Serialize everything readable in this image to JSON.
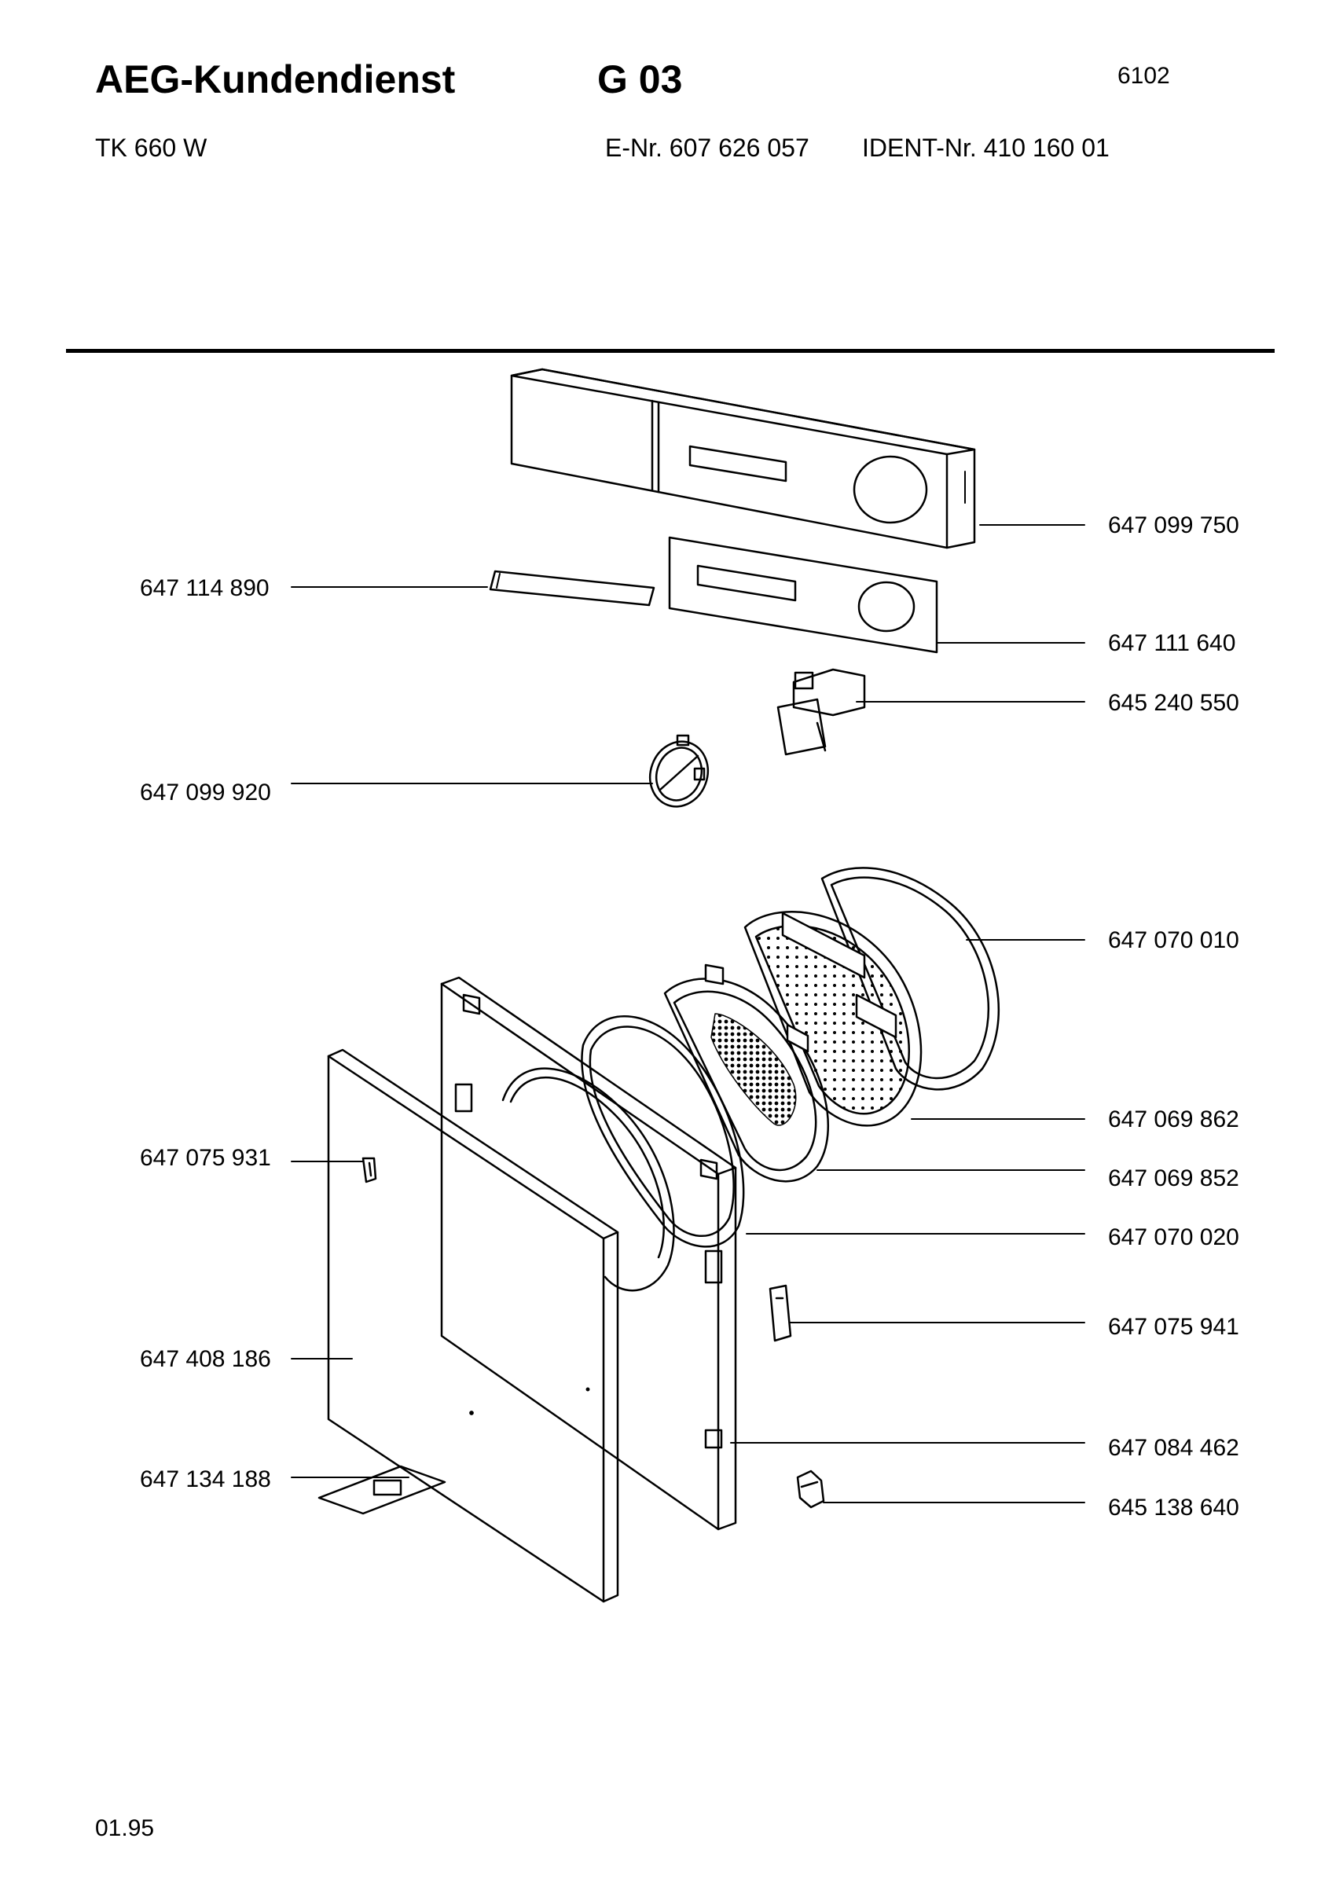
{
  "header": {
    "title": "AEG-Kundendienst",
    "group_code": "G 03",
    "sheet_number": "6102",
    "model": "TK 660 W",
    "e_number": "E-Nr. 607 626 057",
    "ident_number": "IDENT-Nr. 410 160 01"
  },
  "parts": {
    "left": [
      {
        "id": "p_647114890",
        "number": "647 114 890"
      },
      {
        "id": "p_647099920",
        "number": "647 099 920"
      },
      {
        "id": "p_647075931",
        "number": "647 075 931"
      },
      {
        "id": "p_647408186",
        "number": "647 408 186"
      },
      {
        "id": "p_647134188",
        "number": "647 134 188"
      }
    ],
    "right": [
      {
        "id": "p_647099750",
        "number": "647 099 750"
      },
      {
        "id": "p_647111640",
        "number": "647 111 640"
      },
      {
        "id": "p_645240550",
        "number": "645 240 550"
      },
      {
        "id": "p_647070010",
        "number": "647 070 010"
      },
      {
        "id": "p_647069862",
        "number": "647 069 862"
      },
      {
        "id": "p_647069852",
        "number": "647 069 852"
      },
      {
        "id": "p_647070020",
        "number": "647 070 020"
      },
      {
        "id": "p_647075941",
        "number": "647 075 941"
      },
      {
        "id": "p_647084462",
        "number": "647 084 462"
      },
      {
        "id": "p_645138640",
        "number": "645 138 640"
      }
    ]
  },
  "footer": {
    "date_code": "01.95"
  }
}
